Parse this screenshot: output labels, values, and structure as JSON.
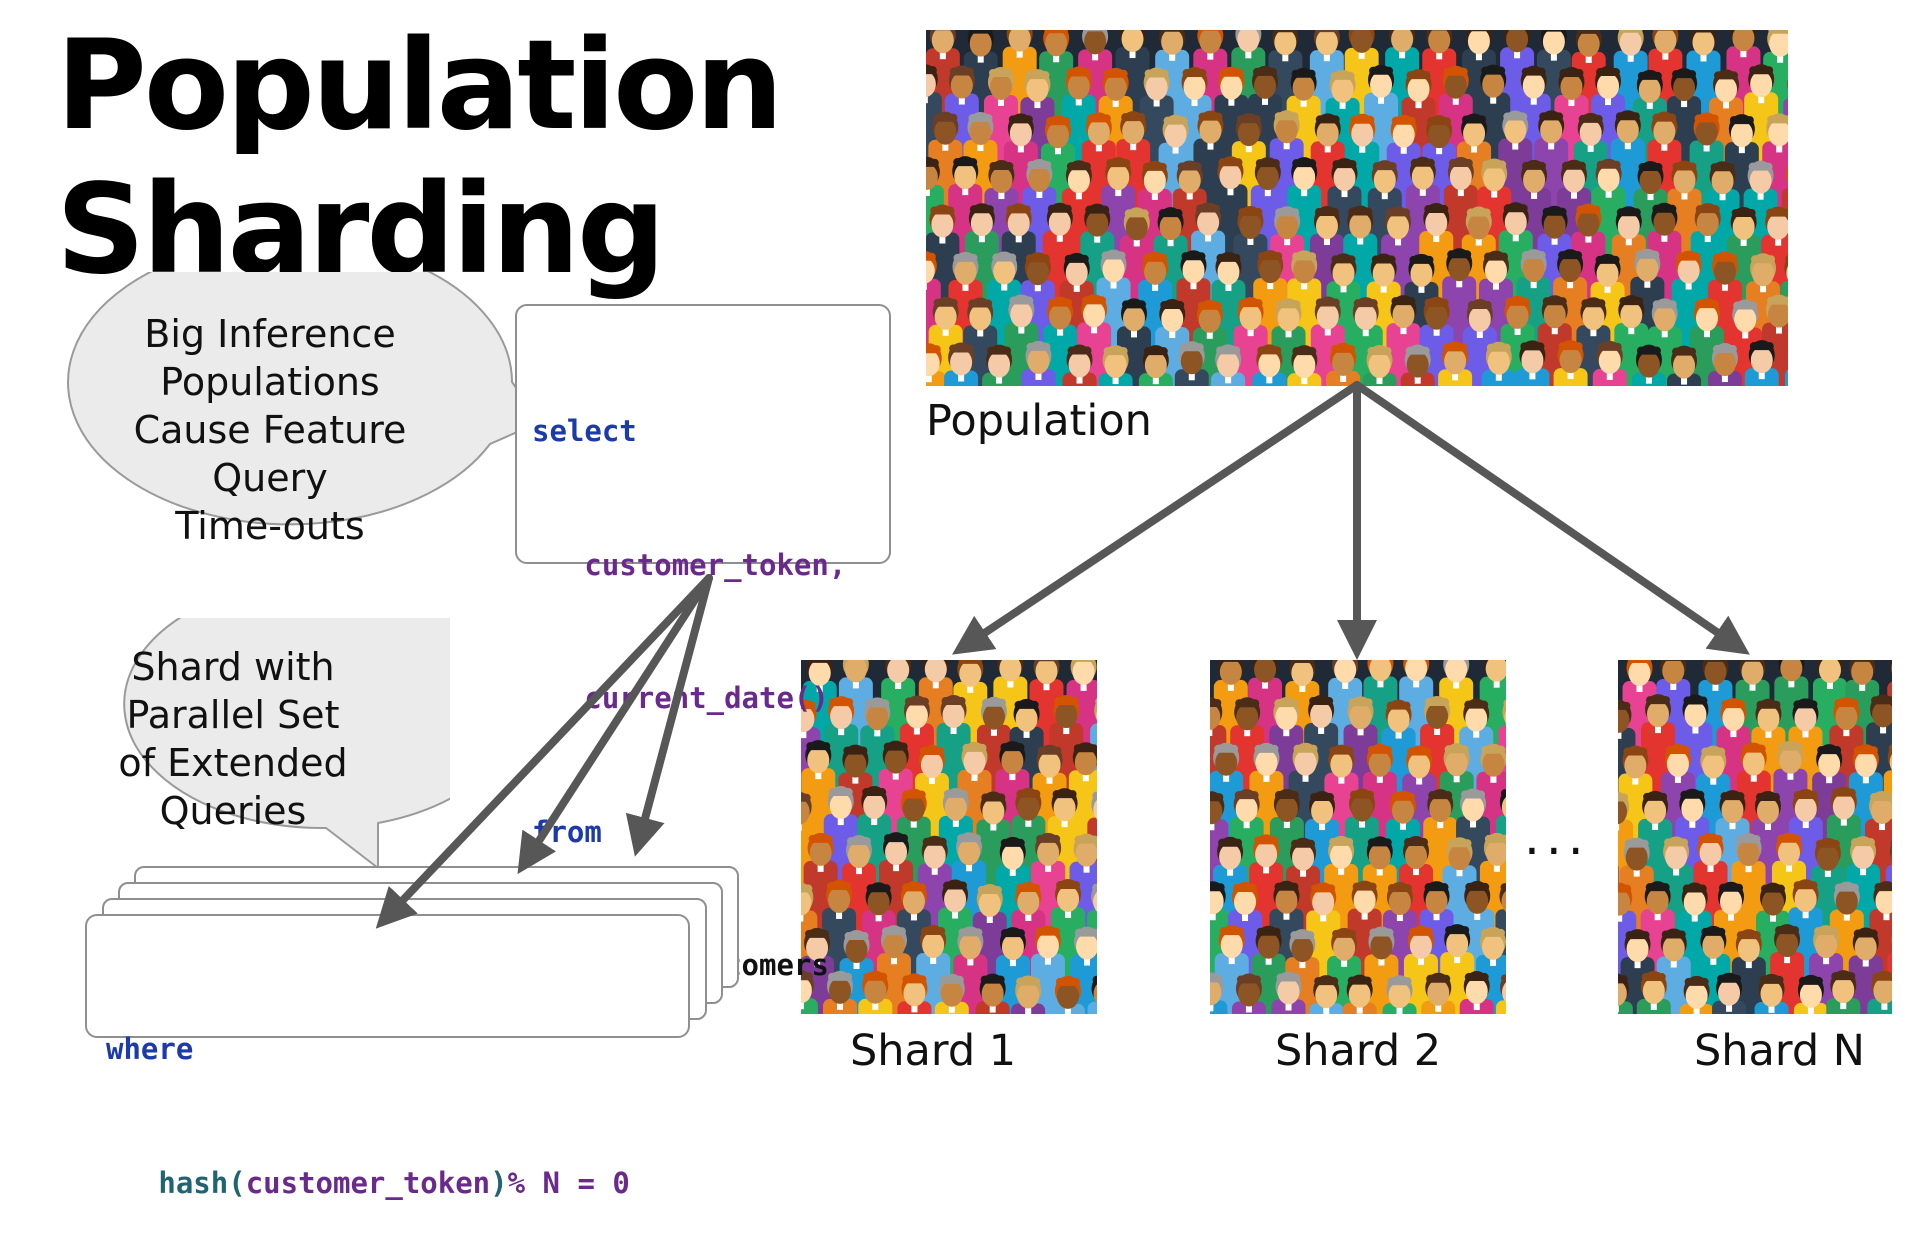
{
  "title": {
    "line1": "Population",
    "line2": "Sharding"
  },
  "population": {
    "caption": "Population"
  },
  "shards": [
    {
      "caption": "Shard 1"
    },
    {
      "caption": "Shard 2"
    },
    {
      "caption": "Shard N"
    }
  ],
  "ellipsis": "...",
  "bubble_timeouts": {
    "lines": [
      "Big Inference",
      "Populations",
      "Cause Feature",
      "Query",
      "Time-outs"
    ]
  },
  "bubble_shard": {
    "lines": [
      "Shard with",
      "Parallel Set",
      "of Extended",
      "Queries"
    ]
  },
  "query": {
    "select_kw": "select",
    "col1": "customer_token,",
    "col2": "current_date()",
    "from_kw": "from",
    "table": "cash_customers"
  },
  "shard_query": {
    "where_kw": "where",
    "hash_fn": "hash",
    "open": "(",
    "arg": "customer_token",
    "close": ")",
    "mod_expr": "% N = 0"
  },
  "colors": {
    "keyword": "#1c3aa9",
    "identifier": "#6a2a8c",
    "hash": "#1f6470",
    "arrow": "#575757",
    "bubble": "#ebebeb"
  }
}
